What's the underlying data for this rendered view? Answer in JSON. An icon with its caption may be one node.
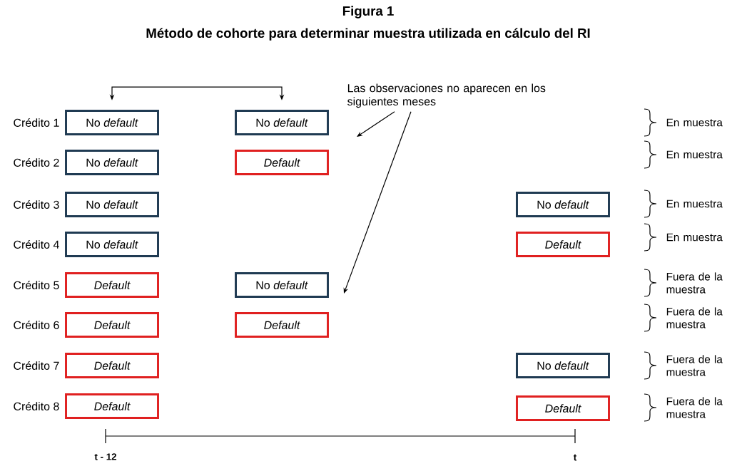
{
  "diagram": {
    "title": "Método de cohorte para determinar muestra utilizada en cálculo del RI",
    "nodes": [
      {
        "text": [
          "Las observaciones no aparecen en los siguientes meses"
        ]
      },
      {
        "text": [
          "No *default*"
        ]
      },
      {
        "text": [
          "No *default*"
        ]
      },
      {
        "text": [
          "No *default*"
        ]
      },
      {
        "text": [
          "Default"
        ]
      },
      {
        "text": [
          "No *default*"
        ]
      },
      {
        "text": [
          "No *default*"
        ]
      },
      {
        "text": [
          "No *default*"
        ]
      },
      {
        "text": [
          "Default"
        ]
      },
      {
        "text": [
          "Default"
        ]
      },
      {
        "text": [
          "No *default*"
        ]
      },
      {
        "text": [
          "Default"
        ]
      },
      {
        "text": [
          "Default"
        ]
      },
      {
        "text": [
          "Default"
        ]
      },
      {
        "text": [
          "No *default*"
        ]
      },
      {
        "text": [
          "Default"
        ]
      },
      {
        "text": [
          "Default"
        ]
      }
    ],
    "edges": [
      {
        "from": 1,
        "to": 2,
        "arrow": "both"
      },
      {
        "from": 0,
        "to": null,
        "arrow": "to"
      },
      {
        "from": 0,
        "to": null,
        "arrow": "to"
      }
    ],
    "labels": [
      "Figura 1",
      "Crédito 1",
      "En muestra",
      "Crédito 2",
      "En muestra",
      "Crédito 3",
      "En muestra",
      "Crédito 4",
      "En muestra",
      "Crédito 5",
      "Fuera de la muestra",
      "Crédito 6",
      "Fuera de la muestra",
      "Crédito 7",
      "Fuera de la muestra",
      "Crédito 8",
      "Fuera de la muestra",
      "t - 12",
      "t"
    ]
  }
}
